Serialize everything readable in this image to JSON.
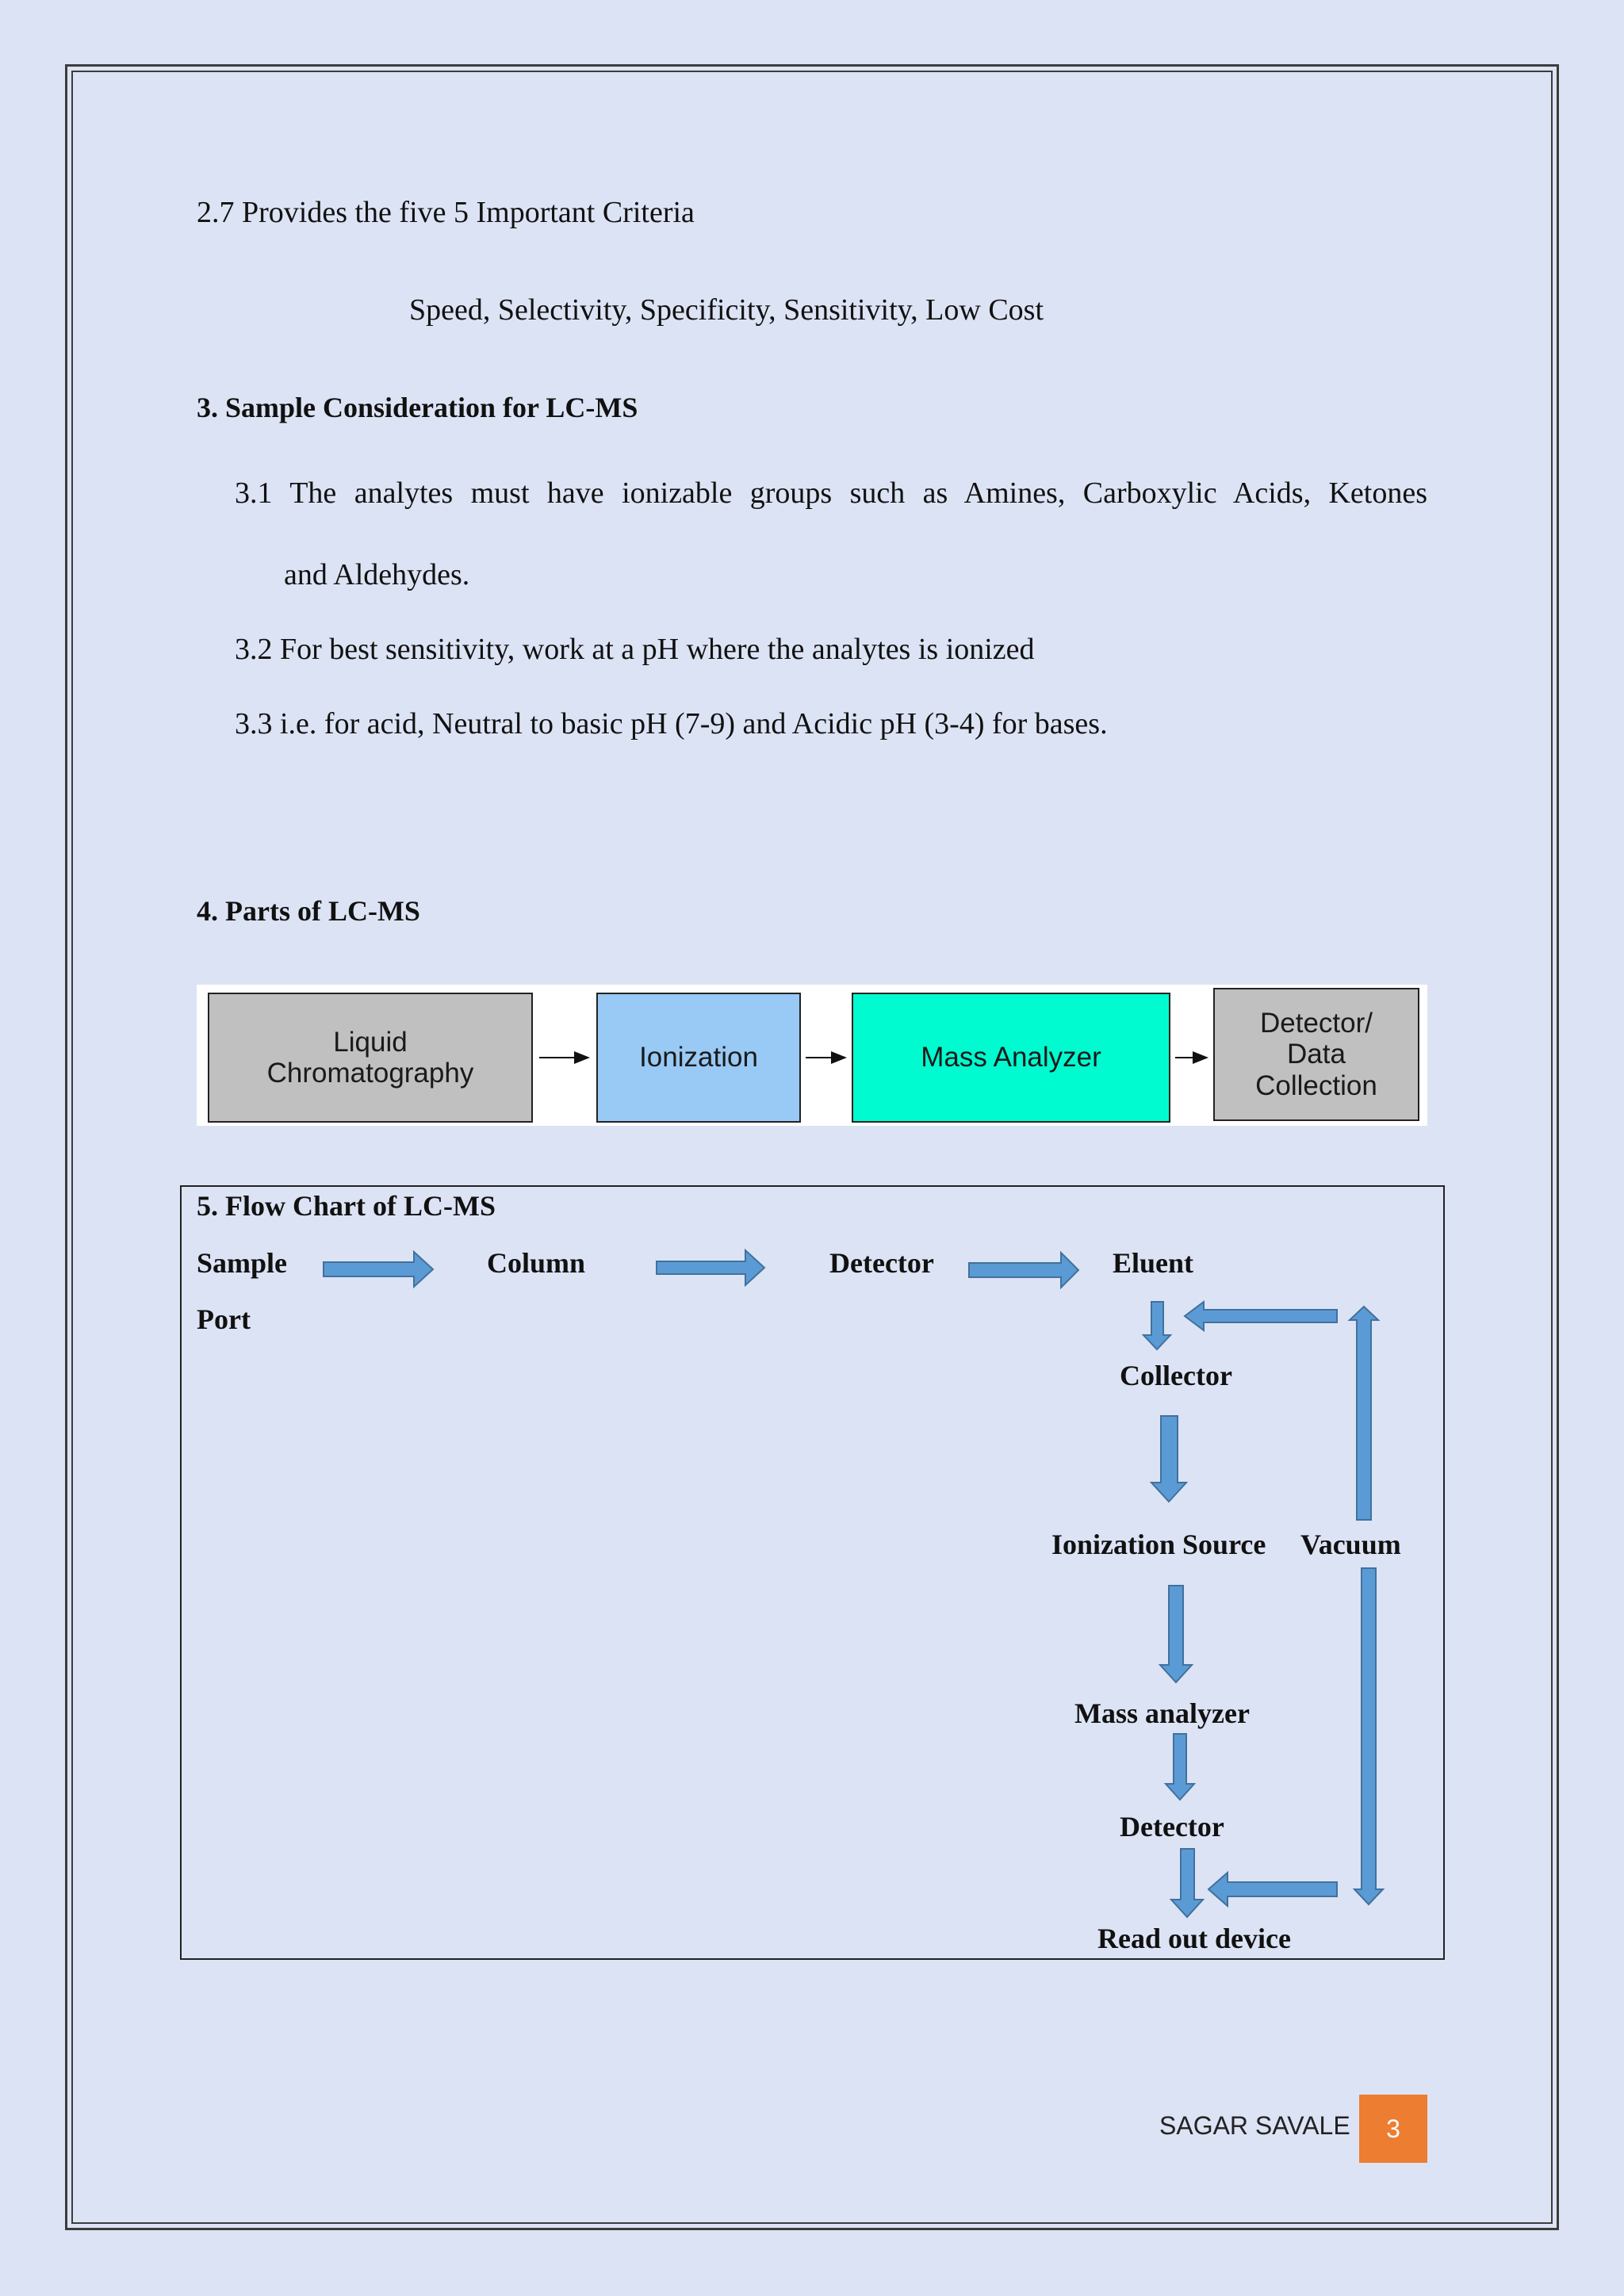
{
  "section_2_7": {
    "heading": "2.7 Provides the five 5 Important Criteria",
    "criteria": "Speed, Selectivity, Specificity, Sensitivity, Low Cost"
  },
  "section_3": {
    "heading": "3. Sample Consideration for LC-MS",
    "item_3_1_line1": "3.1 The analytes must have ionizable groups such as Amines, Carboxylic Acids, Ketones",
    "item_3_1_line2": "and Aldehydes.",
    "item_3_2": "3.2 For best sensitivity, work at a pH where the analytes is ionized",
    "item_3_3": "3.3  i.e. for acid, Neutral to basic pH (7-9)   and Acidic pH (3-4) for bases."
  },
  "section_4": {
    "heading": "4. Parts of LC-MS",
    "boxes": [
      {
        "label": "Liquid\nChromatography",
        "color": "#c0c0c0"
      },
      {
        "label": "Ionization",
        "color": "#99c9f5"
      },
      {
        "label": "Mass Analyzer",
        "color": "#00fbd0"
      },
      {
        "label": "Detector/\nData\nCollection",
        "color": "#c0c0c0"
      }
    ]
  },
  "section_5": {
    "heading": "5. Flow Chart of LC-MS",
    "nodes": {
      "sample": "Sample",
      "port": "Port",
      "column": "Column",
      "detector_top": "Detector",
      "eluent": "Eluent",
      "collector": "Collector",
      "ionization_source": "Ionization Source",
      "vacuum": "Vacuum",
      "mass_analyzer": "Mass analyzer",
      "detector_bottom": "Detector",
      "read_out": "Read out device"
    },
    "arrow_color": "#5b9bd5",
    "arrow_stroke": "#41719c"
  },
  "footer": {
    "author": "SAGAR SAVALE",
    "page_number": "3",
    "badge_color": "#ed7d31"
  }
}
